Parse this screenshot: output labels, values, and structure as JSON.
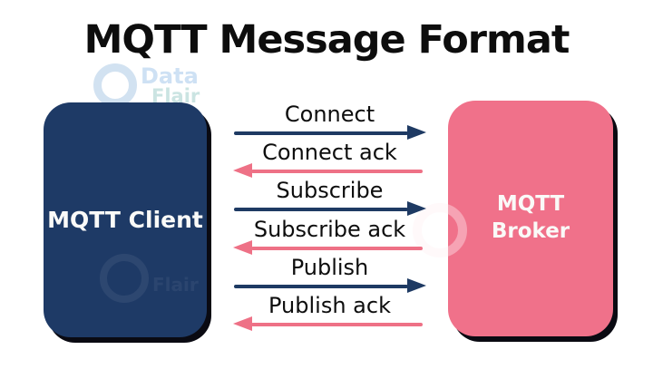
{
  "title": "MQTT Message Format",
  "client": {
    "label": "MQTT Client"
  },
  "broker": {
    "label": "MQTT Broker",
    "line1": "MQTT",
    "line2": "Broker"
  },
  "messages": [
    {
      "label": "Connect",
      "from": "client",
      "to": "broker"
    },
    {
      "label": "Connect ack",
      "from": "broker",
      "to": "client"
    },
    {
      "label": "Subscribe",
      "from": "client",
      "to": "broker"
    },
    {
      "label": "Subscribe ack",
      "from": "broker",
      "to": "client"
    },
    {
      "label": "Publish",
      "from": "client",
      "to": "broker"
    },
    {
      "label": "Publish ack",
      "from": "broker",
      "to": "client"
    }
  ],
  "colors": {
    "background": "#ffffff",
    "navy": "#1e3a66",
    "pink": "#f0718a",
    "navy_arrow": "#1e3a63",
    "pink_arrow": "#ee7186",
    "text": "#0d0d0d",
    "box_text": "#fafaf8"
  },
  "watermark": {
    "line1": "Data",
    "line2": "Flair"
  }
}
